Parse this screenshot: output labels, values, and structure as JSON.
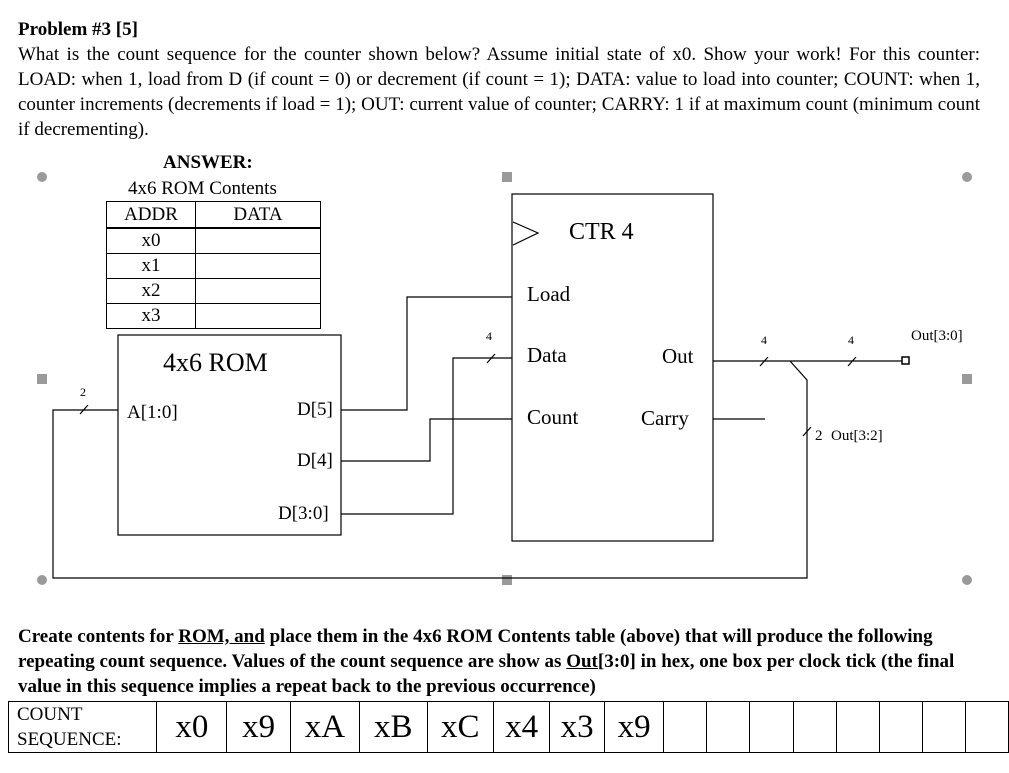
{
  "problem": {
    "title": "Problem #3 [5]",
    "body": "What is the count sequence for the counter shown below? Assume initial state of x0. Show your work! For this counter: LOAD: when 1, load from D (if count = 0) or decrement (if count = 1); DATA: value to load into counter; COUNT: when 1, counter increments (decrements if load = 1); OUT: current value of counter; CARRY: 1 if at maximum count (minimum count if decrementing)."
  },
  "answer_label": "ANSWER:",
  "rom_table": {
    "caption": "4x6 ROM Contents",
    "headers": [
      "ADDR",
      "DATA"
    ],
    "rows": [
      {
        "addr": "x0",
        "data": ""
      },
      {
        "addr": "x1",
        "data": ""
      },
      {
        "addr": "x2",
        "data": ""
      },
      {
        "addr": "x3",
        "data": ""
      }
    ]
  },
  "diagram": {
    "rom": {
      "title": "4x6 ROM",
      "addr_pin": "A[1:0]",
      "pins": [
        "D[5]",
        "D[4]",
        "D[3:0]"
      ]
    },
    "counter": {
      "title": "CTR 4",
      "inputs": [
        "Load",
        "Data",
        "Count"
      ],
      "outputs": [
        "Out",
        "Carry"
      ]
    },
    "bus_widths": {
      "addr": "2",
      "data": "4",
      "out1": "4",
      "out2": "4",
      "feedback": "2"
    },
    "out_label": "Out[3:0]",
    "feedback_label": "Out[3:2]"
  },
  "instructions": {
    "part1": "Create contents for ",
    "link": "ROM, and",
    "part2": " place them in the 4x6 ROM Contents table (above) that will produce the following repeating count sequence. Values of the count sequence are show as ",
    "out_ref": "Out",
    "part3": "[3:0] in hex, one box per clock tick (the final value in this sequence implies a repeat back to the previous occurrence)"
  },
  "sequence": {
    "label": "COUNT SEQUENCE:",
    "values": [
      "x0",
      "x9",
      "xA",
      "xB",
      "xC",
      "x4",
      "x3",
      "x9",
      "",
      "",
      "",
      "",
      "",
      "",
      "",
      ""
    ]
  }
}
